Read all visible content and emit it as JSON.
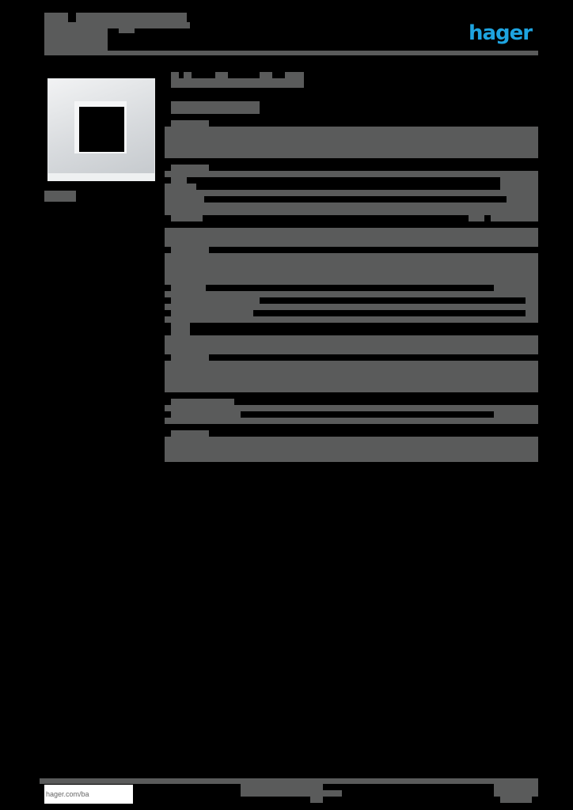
{
  "header": {
    "brand_logo": "hager",
    "brand_color": "#1ea4e0",
    "title_redacted": true
  },
  "product": {
    "image_alt": "square frame 1-gang",
    "title_redacted": true
  },
  "sections": [
    {
      "name": "description",
      "redacted": true
    },
    {
      "name": "technical-data",
      "redacted": true
    },
    {
      "name": "features",
      "redacted": true
    },
    {
      "name": "dimensions",
      "redacted": true
    },
    {
      "name": "packaging",
      "redacted": true
    },
    {
      "name": "notes",
      "redacted": true
    }
  ],
  "footer": {
    "website": "hager.com/ba",
    "redacted_color": "#5a5b5b"
  }
}
